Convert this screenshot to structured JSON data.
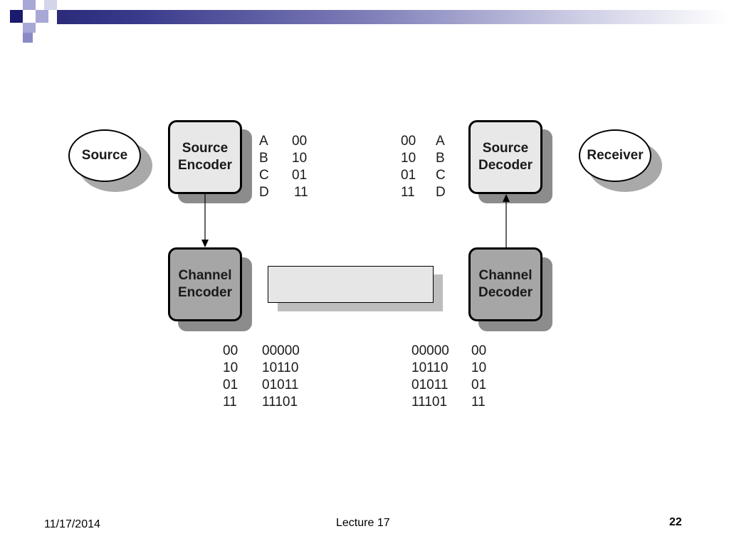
{
  "diagram": {
    "source": "Source",
    "receiver": "Receiver",
    "source_encoder": [
      "Source",
      "Encoder"
    ],
    "source_decoder": [
      "Source",
      "Decoder"
    ],
    "channel_encoder": [
      "Channel",
      "Encoder"
    ],
    "channel_decoder": [
      "Channel",
      "Decoder"
    ],
    "source_code_table": [
      {
        "symbol": "A",
        "code": "00"
      },
      {
        "symbol": "B",
        "code": "10"
      },
      {
        "symbol": "C",
        "code": "01"
      },
      {
        "symbol": "D",
        "code": "11"
      }
    ],
    "source_decode_table": [
      {
        "code": "00",
        "symbol": "A"
      },
      {
        "code": "10",
        "symbol": "B"
      },
      {
        "code": "01",
        "symbol": "C"
      },
      {
        "code": "11",
        "symbol": "D"
      }
    ],
    "channel_code_table": [
      {
        "input": "00",
        "codeword": "00000"
      },
      {
        "input": "10",
        "codeword": "10110"
      },
      {
        "input": "01",
        "codeword": "01011"
      },
      {
        "input": "11",
        "codeword": "11101"
      }
    ],
    "channel_decode_table": [
      {
        "codeword": "00000",
        "output": "00"
      },
      {
        "codeword": "10110",
        "output": "10"
      },
      {
        "codeword": "01011",
        "output": "01"
      },
      {
        "codeword": "11101",
        "output": "11"
      }
    ]
  },
  "footer": {
    "date": "11/17/2014",
    "lecture": "Lecture 17",
    "page": "22"
  },
  "colors": {
    "deco_dark": "#1a1a6e",
    "deco_mid": "#5a5aa8",
    "deco_light": "#a8a8d6",
    "node_fill_light": "#e8e8e8",
    "node_fill_dark": "#a6a6a6"
  }
}
